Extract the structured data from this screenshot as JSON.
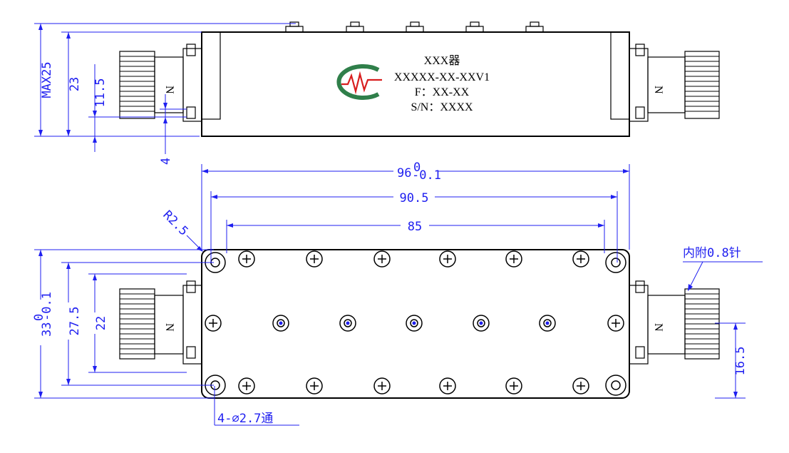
{
  "label": {
    "line1": "XXX器",
    "line2": "XXXXX-XX-XXV1",
    "line3": "F：XX-XX",
    "line4": "S/N：XXXX"
  },
  "connector_mark": "N",
  "dimensions": {
    "max_height": "MAX25",
    "height_23": "23",
    "height_11_5": "11.5",
    "offset_4": "4",
    "length_96": "96",
    "length_96_tol_upper": "0",
    "length_96_tol_lower": "-0.1",
    "length_90_5": "90.5",
    "length_85": "85",
    "radius": "R2.5",
    "width_33": "33",
    "width_33_tol_upper": "0",
    "width_33_tol_lower": "-0.1",
    "width_27_5": "27.5",
    "width_22": "22",
    "pin_note": "内附0.8针",
    "pin_height": "16.5",
    "holes_note": "4-⌀2.7通"
  },
  "colors": {
    "dimension": "#1f1ff0",
    "logo_green": "#2f7f4a",
    "logo_red": "#d81e1e"
  }
}
